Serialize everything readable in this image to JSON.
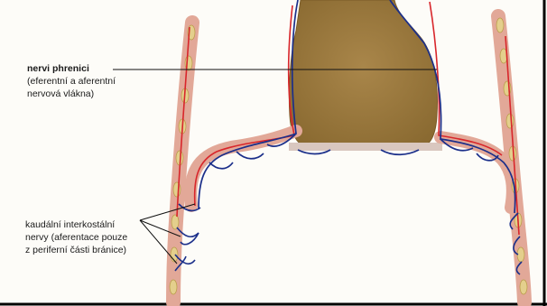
{
  "labels": {
    "phrenic_title": "nervi phrenici",
    "phrenic_line1": "(eferentní a aferentní",
    "phrenic_line2": "nervová vlákna)",
    "intercostal_line1": "kaudální interkostální",
    "intercostal_line2": "nervy (aferentace pouze",
    "intercostal_line3": "z periferní části bránice)"
  },
  "colors": {
    "background": "#fdfcf8",
    "central_organ": "#9b7a3c",
    "muscle": "#e2a898",
    "rib": "#e4cf8c",
    "artery_red": "#d8262b",
    "nerve_blue": "#1b2f8a",
    "leader_line": "#111111"
  }
}
